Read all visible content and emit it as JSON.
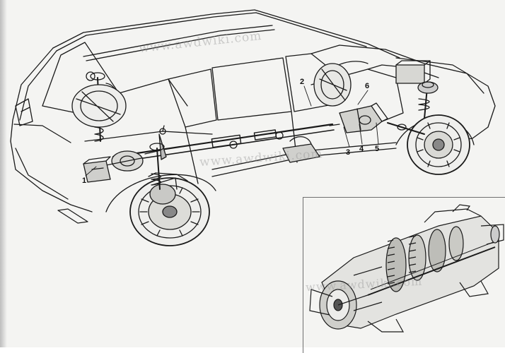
{
  "callouts": {
    "c1": "1",
    "c2": "2",
    "c3": "3",
    "c4": "4",
    "c5": "5",
    "c6": "6"
  },
  "watermark": {
    "top": "www.awdwiki.com",
    "middle": "www.awdwiki.com",
    "inset": "www.awdwiki.com"
  },
  "colors": {
    "paper": "#f4f4f2",
    "ink": "#1a1a1a",
    "shade": "#7a7a7a"
  }
}
